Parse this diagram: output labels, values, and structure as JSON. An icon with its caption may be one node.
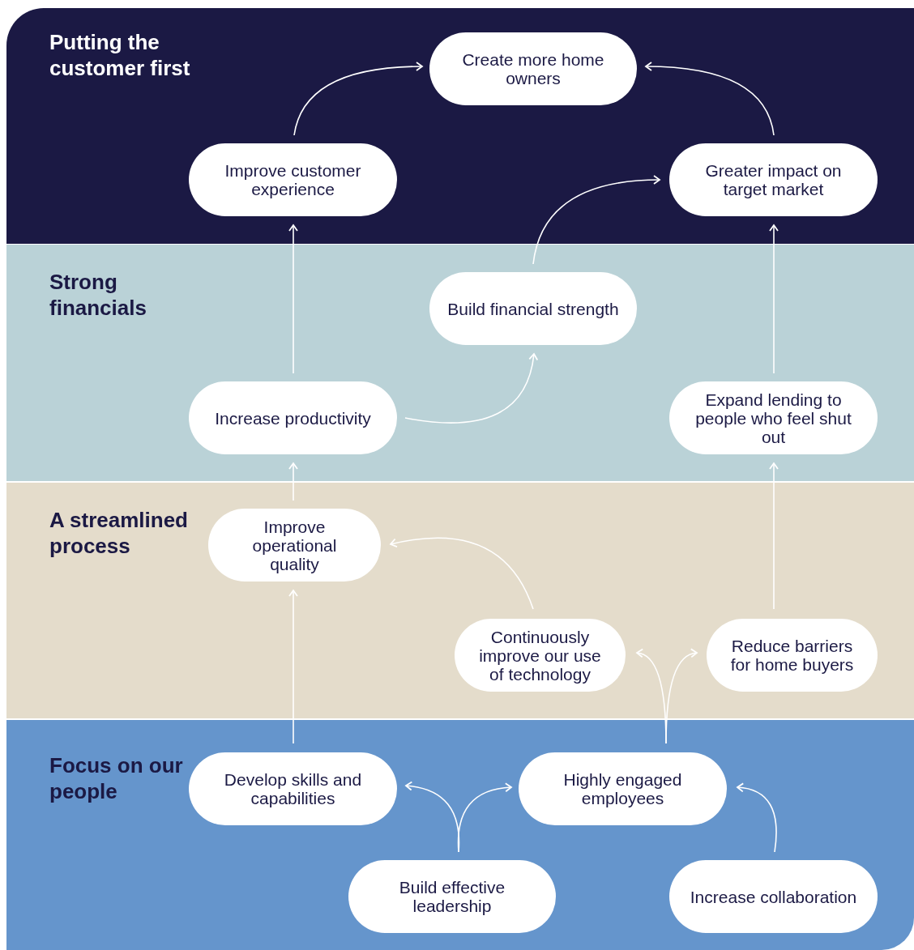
{
  "diagram": {
    "nodes": [
      {
        "text": [
          "Putting the customer first"
        ]
      },
      {
        "text": [
          "Create more home owners"
        ],
        "in": 0
      },
      {
        "text": [
          "Improve customer experience"
        ],
        "in": 0
      },
      {
        "text": [
          "Greater impact on target market"
        ],
        "in": 0
      },
      {
        "text": [
          "Strong financials"
        ]
      },
      {
        "text": [
          "Build financial strength"
        ],
        "in": 4
      },
      {
        "text": [
          "Increase productivity"
        ],
        "in": 4
      },
      {
        "text": [
          "Expand lending to people who feel shut out"
        ],
        "in": 4
      },
      {
        "text": [
          "A streamlined process"
        ]
      },
      {
        "text": [
          "Improve operational quality"
        ],
        "in": 8
      },
      {
        "text": [
          "Continuously improve our use of technology"
        ],
        "in": 8
      },
      {
        "text": [
          "Reduce barriers for home buyers"
        ],
        "in": 8
      },
      {
        "text": [
          "Focus on our people"
        ]
      },
      {
        "text": [
          "Develop skills and capabilities"
        ],
        "in": 12
      },
      {
        "text": [
          "Highly engaged employees"
        ],
        "in": 12
      },
      {
        "text": [
          "Build effective leadership"
        ],
        "in": 12
      },
      {
        "text": [
          "Increase collaboration"
        ],
        "in": 12
      }
    ],
    "edges": [
      {
        "from": 2,
        "to": 1,
        "arrow": "to"
      },
      {
        "from": 3,
        "to": 1,
        "arrow": "to"
      },
      {
        "from": 5,
        "to": 3,
        "arrow": "to"
      },
      {
        "from": 6,
        "to": 2,
        "arrow": "to"
      },
      {
        "from": 7,
        "to": 3,
        "arrow": "to"
      },
      {
        "from": 6,
        "to": 5,
        "arrow": "to"
      },
      {
        "from": 9,
        "to": 6,
        "arrow": "to"
      },
      {
        "from": 11,
        "to": 7,
        "arrow": "to"
      },
      {
        "from": 10,
        "to": 9,
        "arrow": "to"
      },
      {
        "from": 13,
        "to": 9,
        "arrow": "to"
      },
      {
        "from": 14,
        "to": 10,
        "arrow": "to"
      },
      {
        "from": 14,
        "to": 11,
        "arrow": "to"
      },
      {
        "from": 15,
        "to": 13,
        "arrow": "to"
      },
      {
        "from": 15,
        "to": 14,
        "arrow": "to"
      },
      {
        "from": 16,
        "to": 14,
        "arrow": "to"
      }
    ]
  }
}
